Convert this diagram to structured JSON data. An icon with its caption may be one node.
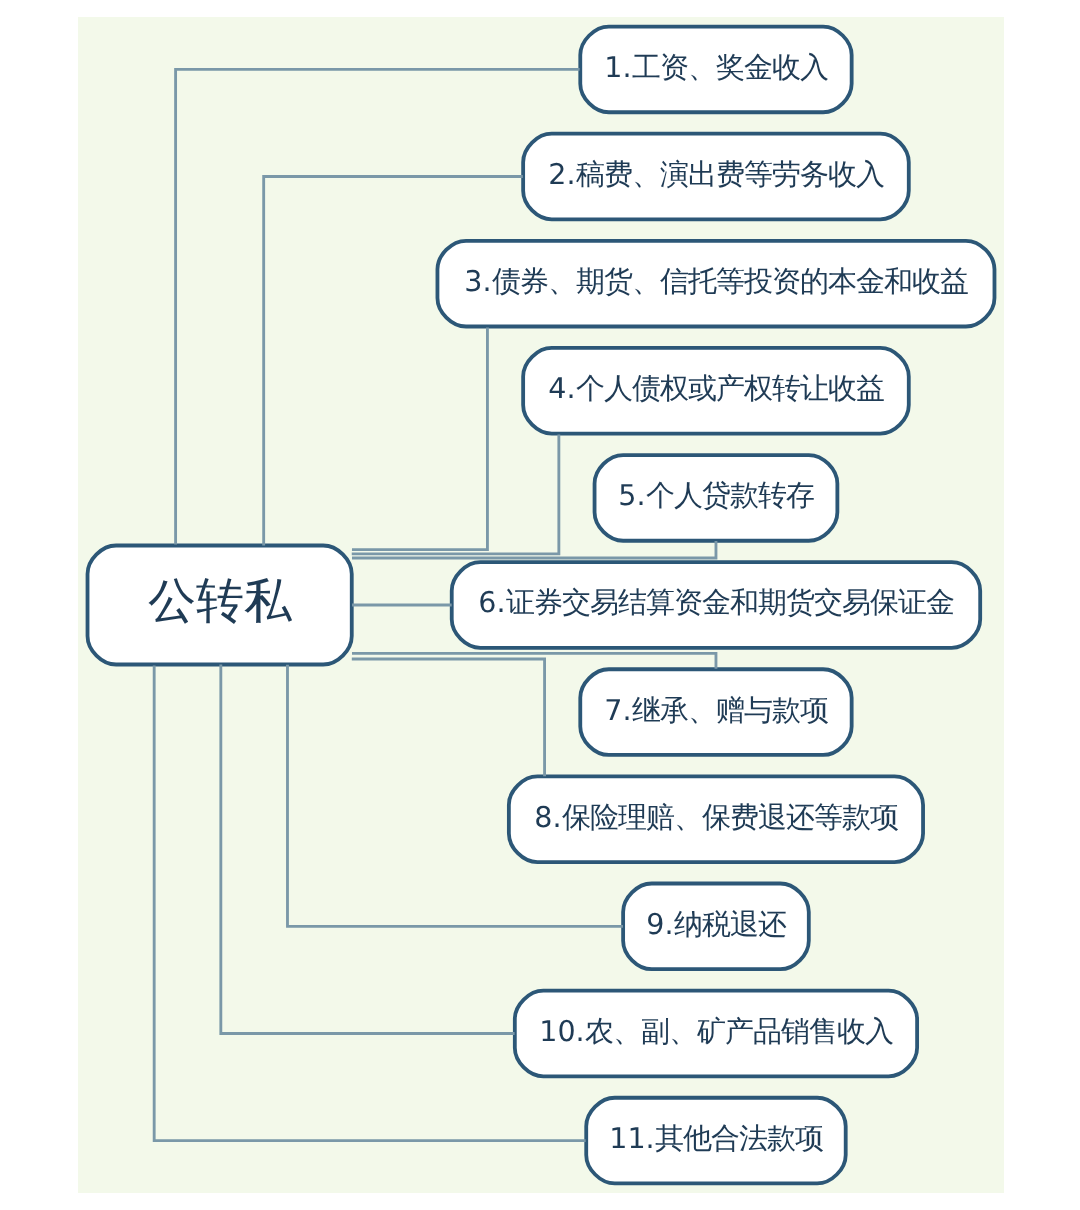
{
  "diagram": {
    "nodes": [
      {
        "text": [
          "公转私"
        ]
      },
      {
        "text": [
          "1.工资、奖金收入"
        ]
      },
      {
        "text": [
          "2.稿费、演出费等劳务收入"
        ]
      },
      {
        "text": [
          "3.债券、期货、信托等投资的本金和收益"
        ]
      },
      {
        "text": [
          "4.个人债权或产权转让收益"
        ]
      },
      {
        "text": [
          "5.个人贷款转存"
        ]
      },
      {
        "text": [
          "6.证券交易结算资金和期货交易保证金"
        ]
      },
      {
        "text": [
          "7.继承、赠与款项"
        ]
      },
      {
        "text": [
          "8.保险理赔、保费退还等款项"
        ]
      },
      {
        "text": [
          "9.纳税退还"
        ]
      },
      {
        "text": [
          "10.农、副、矿产品销售收入"
        ]
      },
      {
        "text": [
          "11.其他合法款项"
        ]
      }
    ],
    "edges": [
      {
        "from": 0,
        "to": 1,
        "arrow": "none"
      },
      {
        "from": 0,
        "to": 2,
        "arrow": "none"
      },
      {
        "from": 0,
        "to": 3,
        "arrow": "none"
      },
      {
        "from": 0,
        "to": 4,
        "arrow": "none"
      },
      {
        "from": 0,
        "to": 5,
        "arrow": "none"
      },
      {
        "from": 0,
        "to": 6,
        "arrow": "none"
      },
      {
        "from": 0,
        "to": 7,
        "arrow": "none"
      },
      {
        "from": 0,
        "to": 8,
        "arrow": "none"
      },
      {
        "from": 0,
        "to": 9,
        "arrow": "none"
      },
      {
        "from": 0,
        "to": 10,
        "arrow": "none"
      },
      {
        "from": 0,
        "to": 11,
        "arrow": "none"
      }
    ]
  }
}
